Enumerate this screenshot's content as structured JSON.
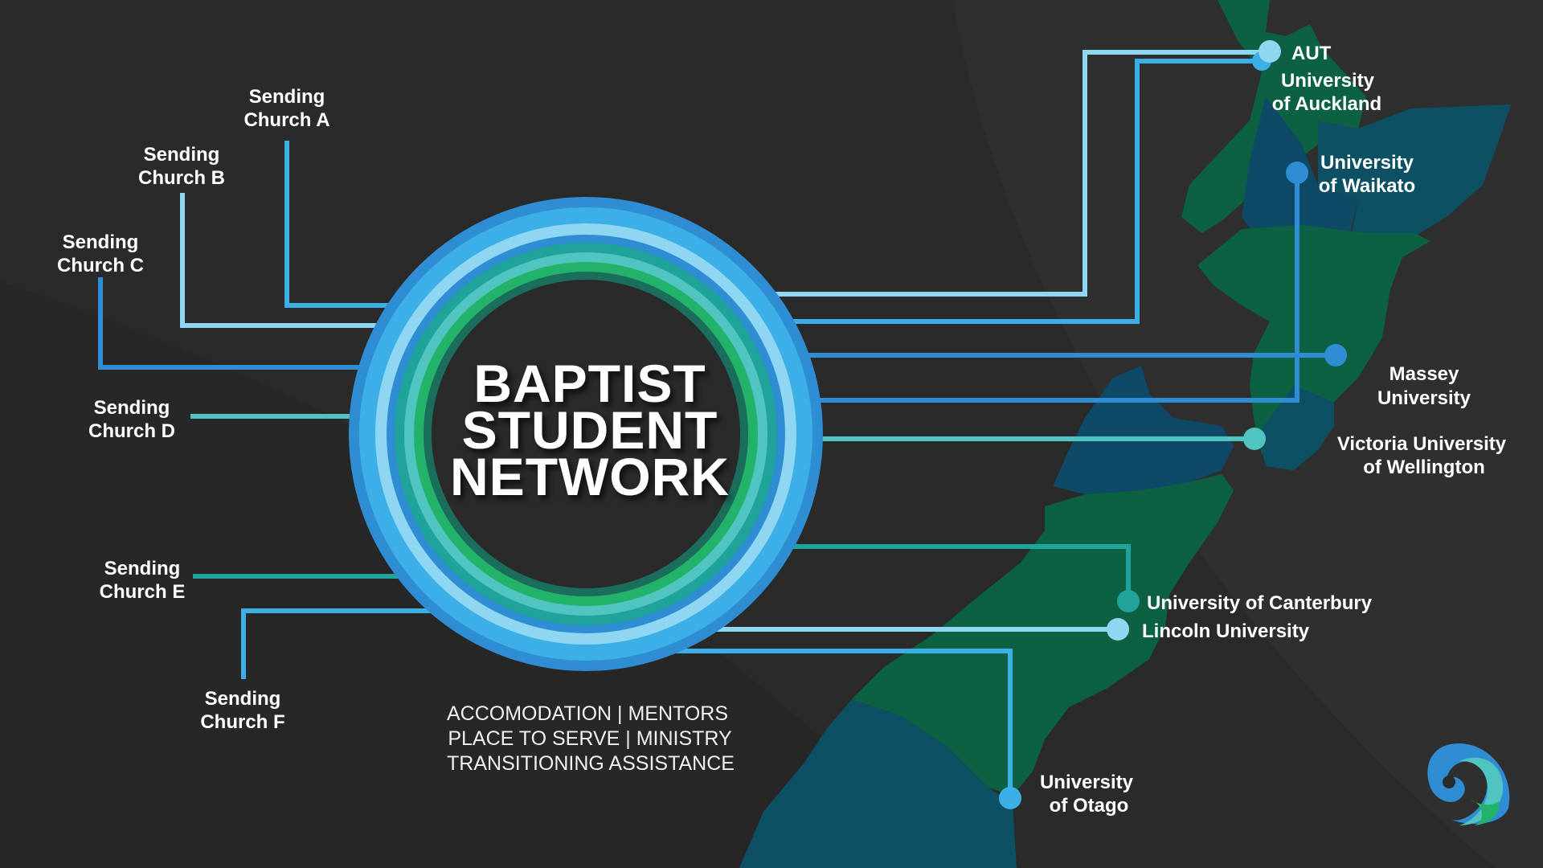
{
  "title": {
    "line1": "BAPTIST",
    "line2": "STUDENT",
    "line3": "NETWORK"
  },
  "services": {
    "line1": "ACCOMODATION | MENTORS",
    "line2": "PLACE TO SERVE | MINISTRY",
    "line3": "TRANSITIONING ASSISTANCE"
  },
  "churches": {
    "a": {
      "line1": "Sending",
      "line2": "Church A"
    },
    "b": {
      "line1": "Sending",
      "line2": "Church B"
    },
    "c": {
      "line1": "Sending",
      "line2": "Church C"
    },
    "d": {
      "line1": "Sending",
      "line2": "Church D"
    },
    "e": {
      "line1": "Sending",
      "line2": "Church E"
    },
    "f": {
      "line1": "Sending",
      "line2": "Church F"
    }
  },
  "universities": {
    "aut": {
      "line1": "AUT"
    },
    "auckland": {
      "line1": "University",
      "line2": "of Auckland"
    },
    "waikato": {
      "line1": "University",
      "line2": "of Waikato"
    },
    "massey": {
      "line1": "Massey",
      "line2": "University"
    },
    "victoria": {
      "line1": "Victoria University",
      "line2": "of Wellington"
    },
    "canterbury": {
      "line1": "University of Canterbury"
    },
    "lincoln": {
      "line1": "Lincoln University"
    },
    "otago": {
      "line1": "University",
      "line2": "of Otago"
    }
  },
  "colors": {
    "background": "#2a2a2a",
    "blue_dark": "#2f8ed3",
    "blue_mid": "#3cb0e6",
    "blue_light": "#8fd6f2",
    "teal": "#4fc4c0",
    "teal_dark": "#1fa39a",
    "green": "#23b26a",
    "land_green": "#0c6142",
    "land_teal": "#0d5063"
  },
  "icons": {
    "logo": "swirl-logo-icon",
    "map": "new-zealand-map"
  }
}
